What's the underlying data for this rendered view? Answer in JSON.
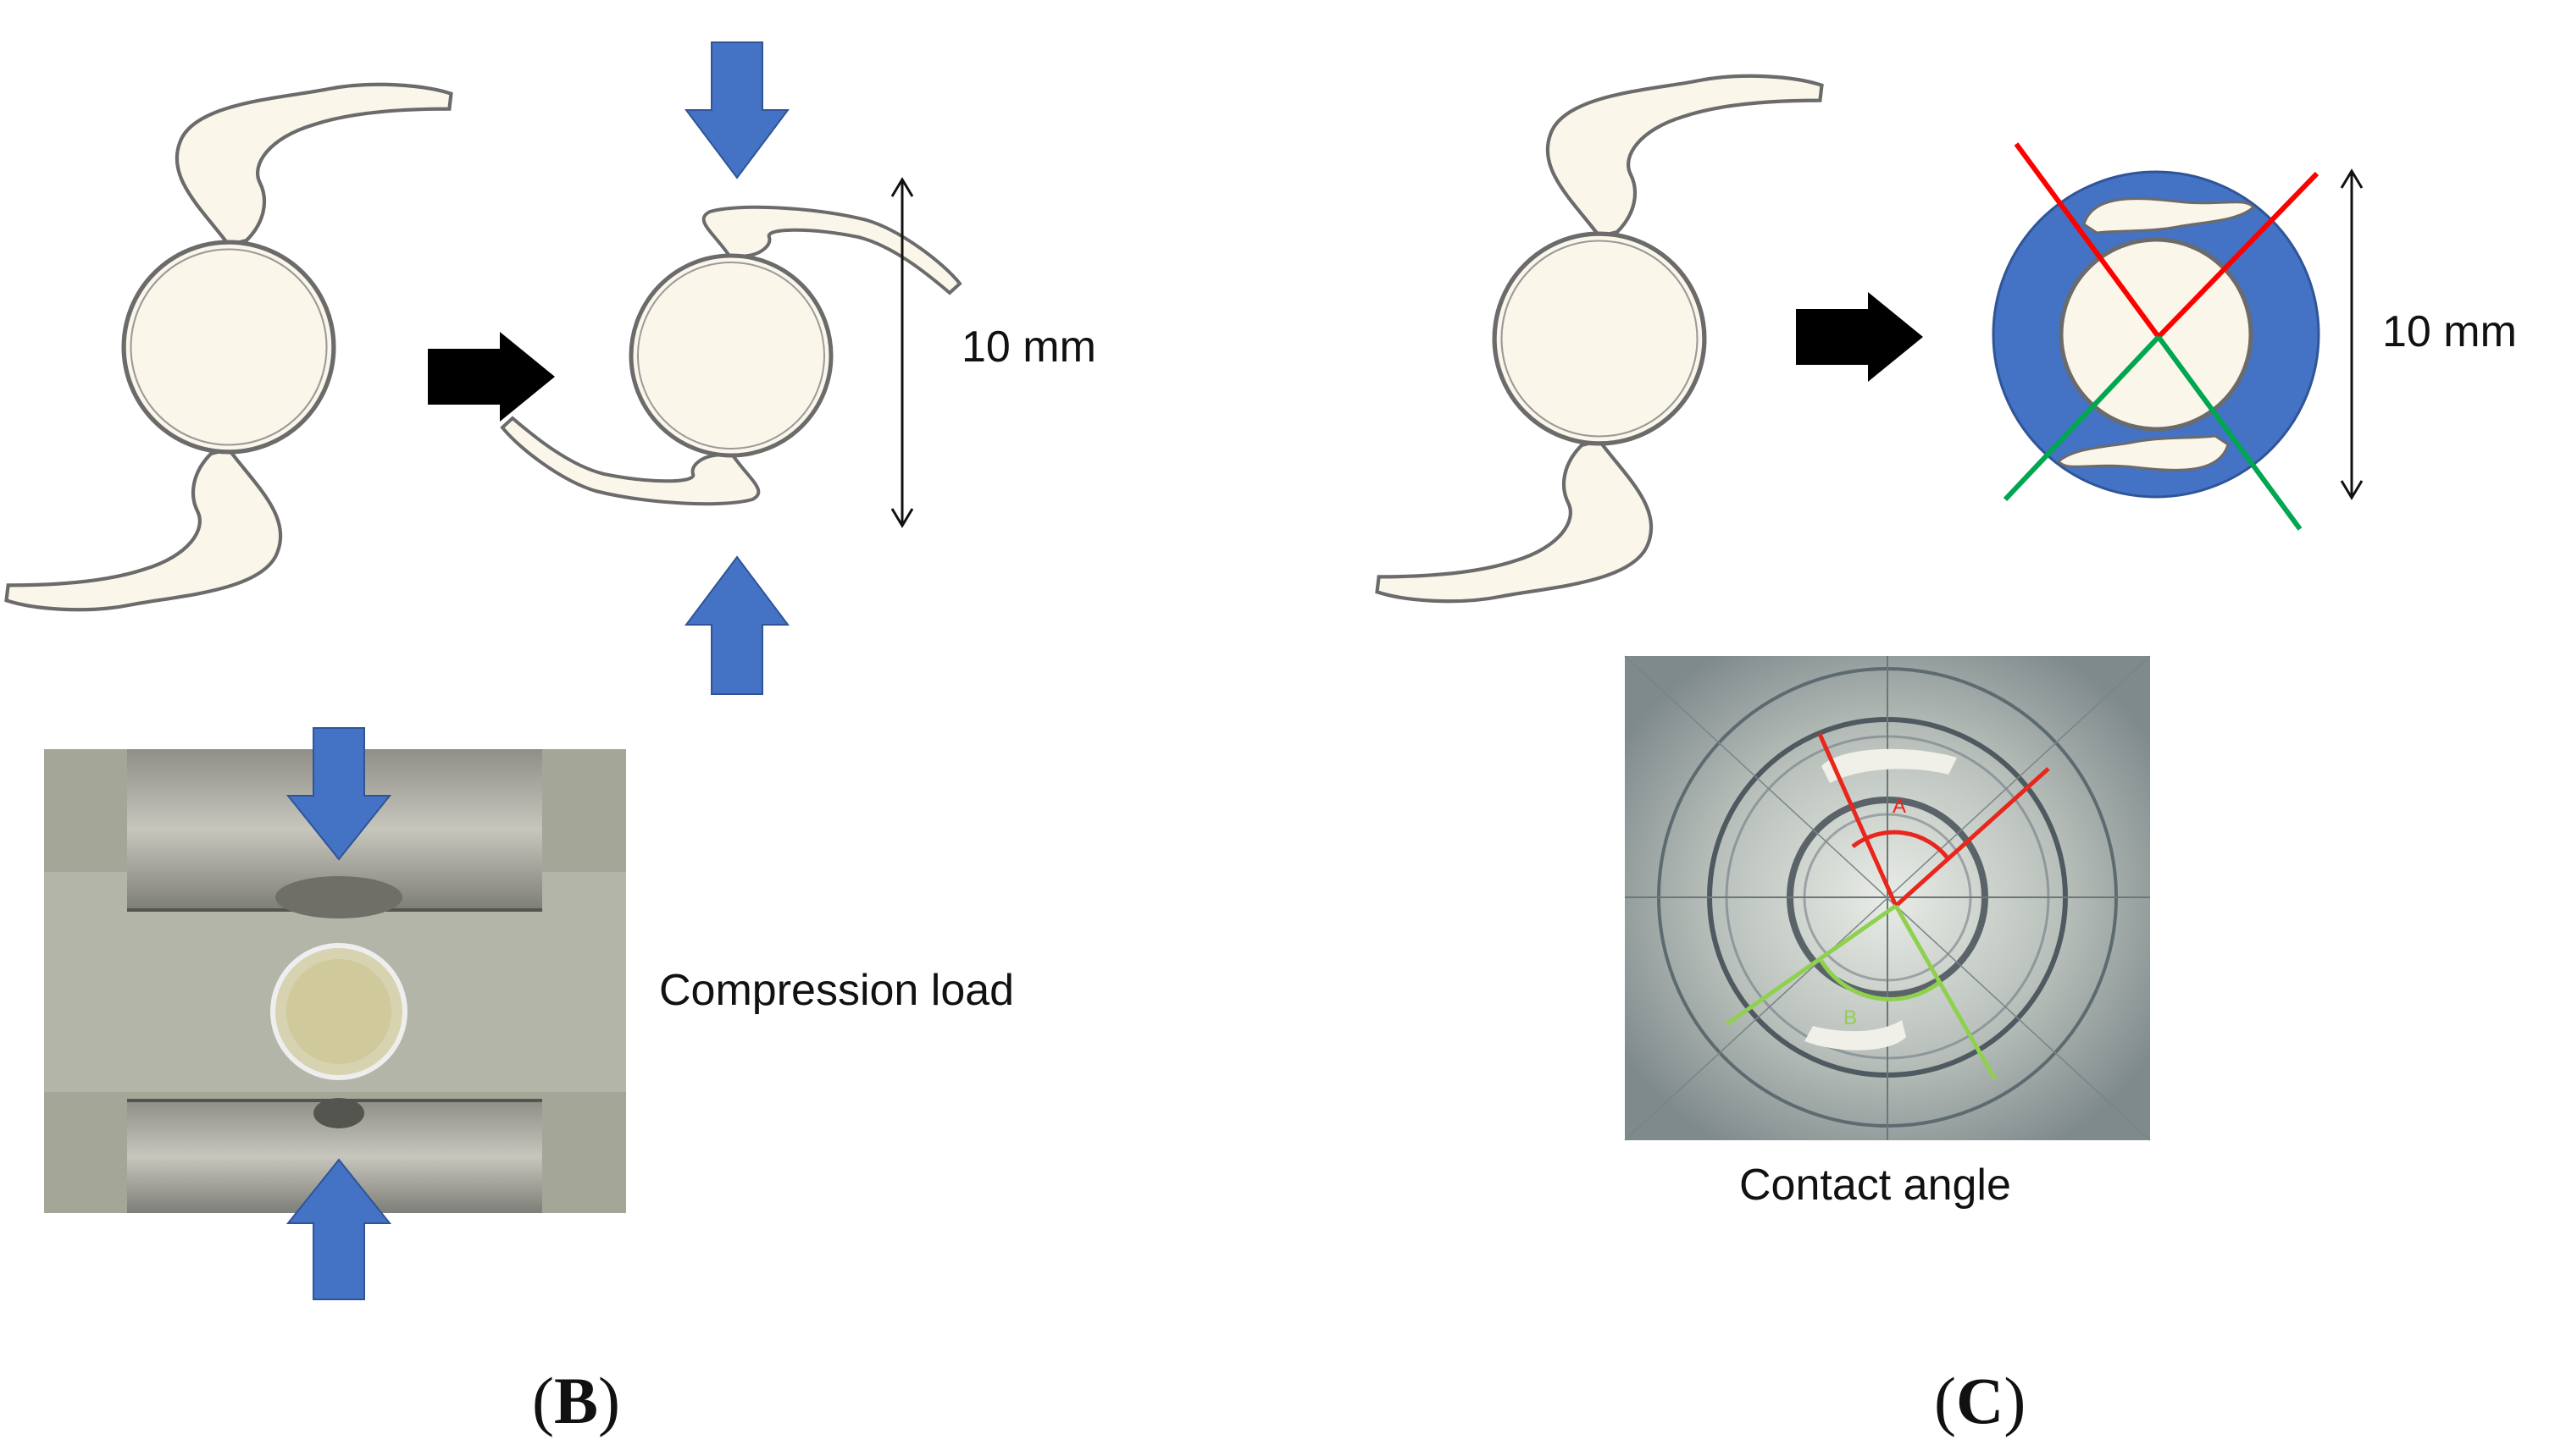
{
  "panel_b": {
    "dimension_label": "10 mm",
    "photo_caption": "Compression load",
    "panel_letter": "B"
  },
  "panel_c": {
    "dimension_label": "10 mm",
    "photo_caption": "Contact angle",
    "panel_letter": "C",
    "photo_angle_labels": [
      "A",
      "B"
    ]
  },
  "colors": {
    "lens_fill": "#fbf6ea",
    "lens_outline": "#6b6b6b",
    "load_arrow": "#4472c4",
    "process_arrow": "#000000",
    "contact_ring": "#4472c4",
    "upper_angle_line": "#ff0000",
    "lower_angle_line": "#00a650"
  }
}
